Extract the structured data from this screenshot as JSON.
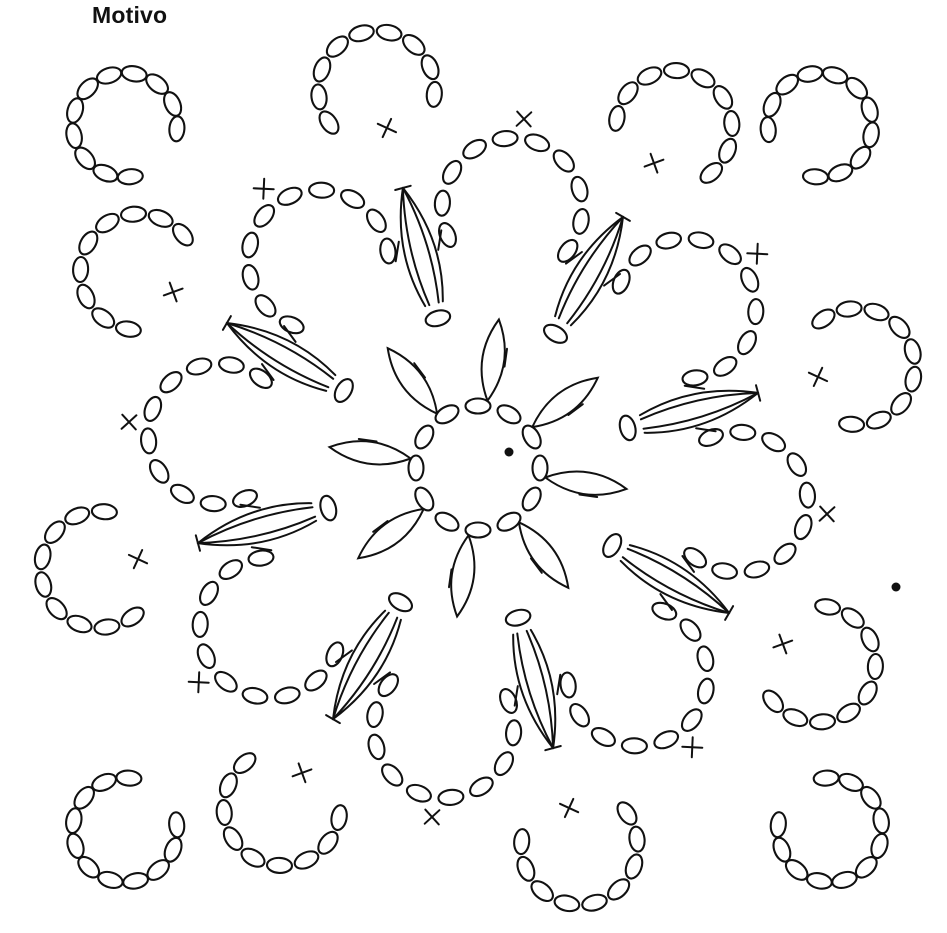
{
  "title": "Motivo",
  "colors": {
    "ink": "#111111",
    "paper": "#ffffff"
  },
  "symbols": [
    "chain-stitch-oval",
    "single-crochet-cross",
    "double-crochet-post",
    "slip-stitch-dot"
  ]
}
